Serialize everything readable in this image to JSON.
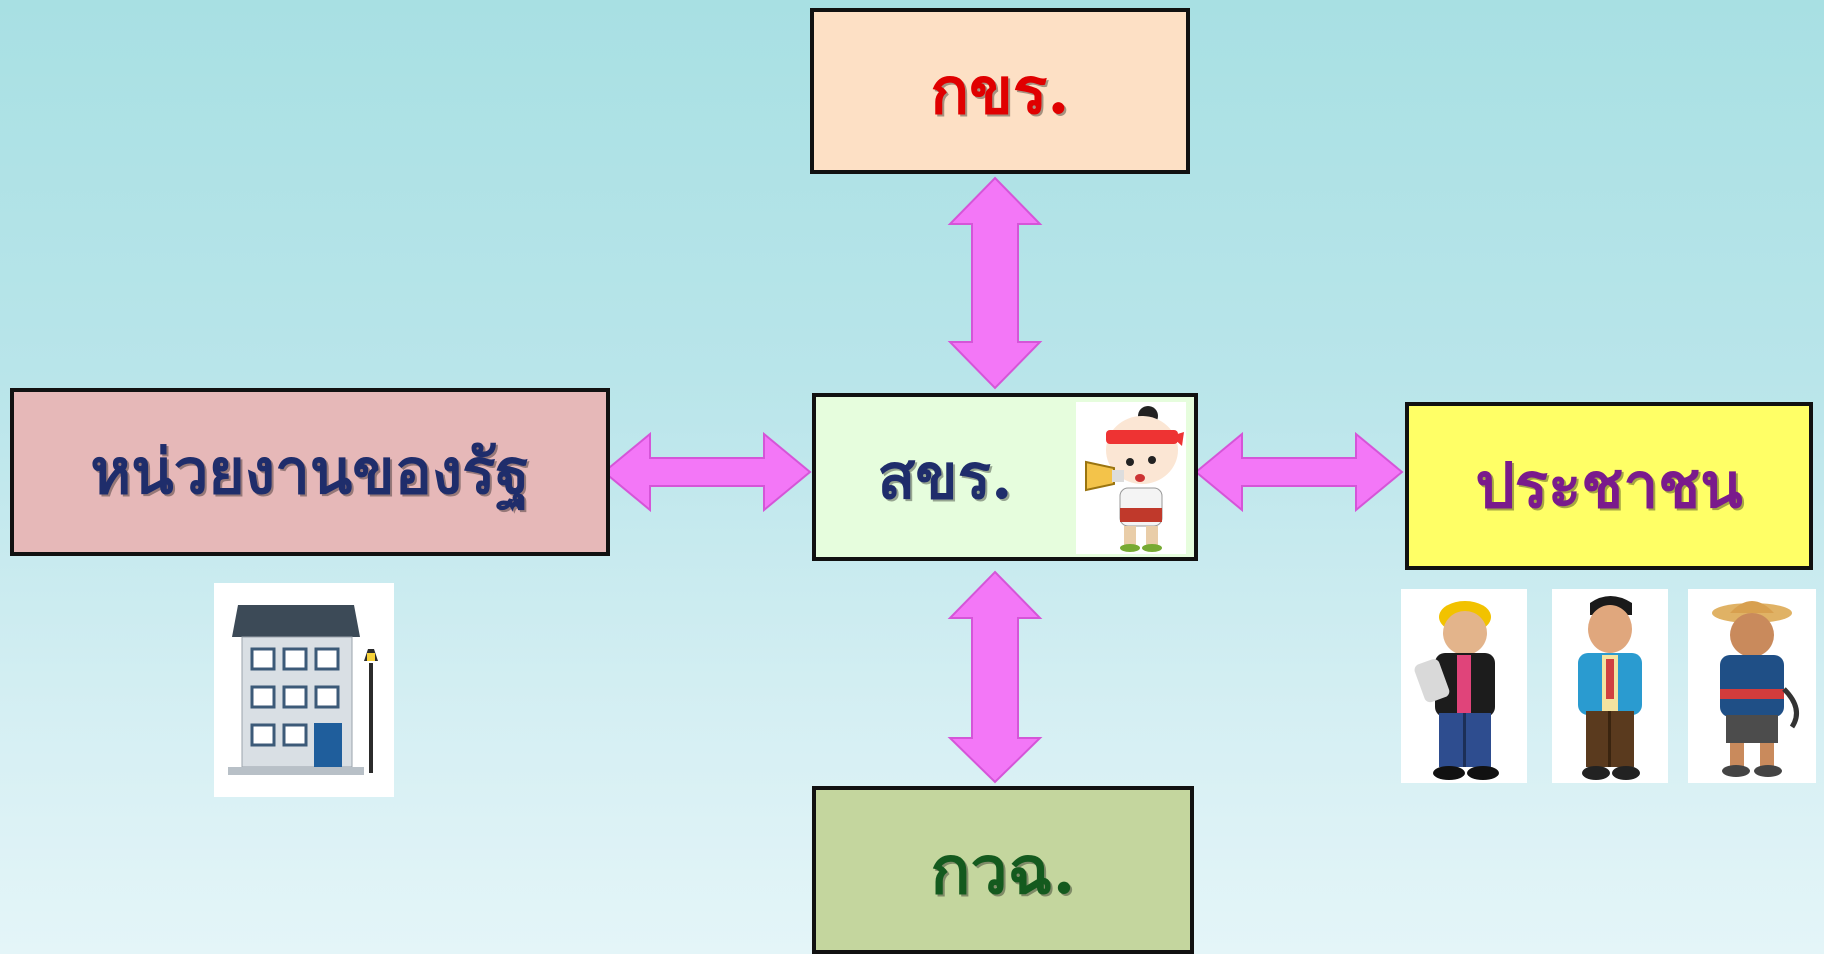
{
  "nodes": {
    "top": {
      "label": "กขร.",
      "color": "#e00000"
    },
    "center": {
      "label": "สขร.",
      "color": "#1f2d6b"
    },
    "left": {
      "label": "หน่วยงานของรัฐ",
      "color": "#1f2d6b"
    },
    "right": {
      "label": "ประชาชน",
      "color": "#7a1a8c"
    },
    "bottom": {
      "label": "กวฉ.",
      "color": "#145a1e"
    }
  },
  "arrow_color": "#f377f7",
  "icons": {
    "mascot": "mascot-megaphone-icon",
    "building": "government-building-icon",
    "people": [
      "engineer-person-icon",
      "businessman-person-icon",
      "farmer-person-icon"
    ]
  }
}
